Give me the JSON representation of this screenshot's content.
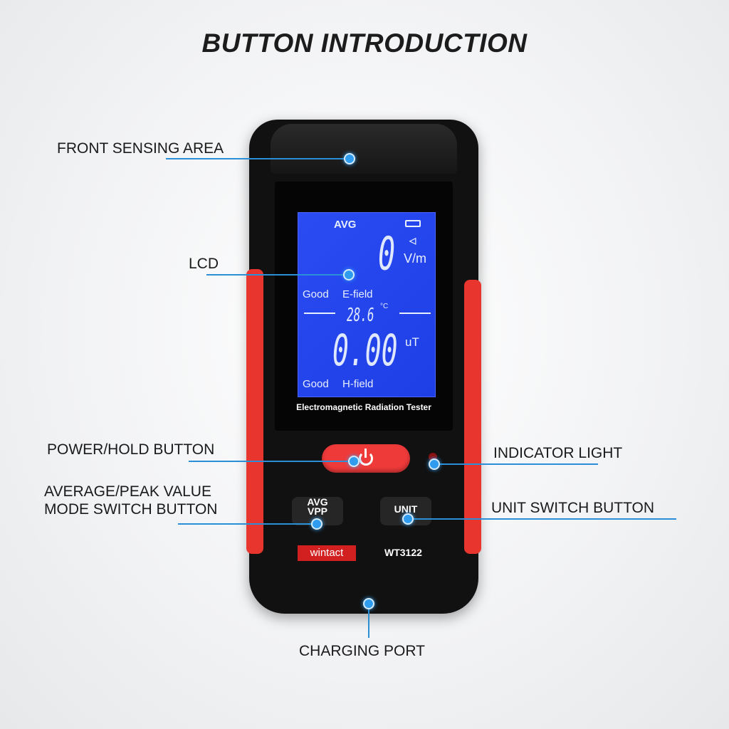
{
  "title": "BUTTON INTRODUCTION",
  "callouts": {
    "front_sensing_area": "FRONT SENSING AREA",
    "lcd": "LCD",
    "power_hold": "POWER/HOLD BUTTON",
    "avg_peak_line1": "AVERAGE/PEAK VALUE",
    "avg_peak_line2": "MODE SWITCH BUTTON",
    "indicator_light": "INDICATOR LIGHT",
    "unit_switch": "UNIT SWITCH BUTTON",
    "charging_port": "CHARGING PORT"
  },
  "device": {
    "lcd": {
      "mode": "AVG",
      "e_value": "0",
      "e_unit": "V/m",
      "e_status": "Good",
      "e_label": "E-field",
      "temperature": "28.6",
      "temp_unit": "°C",
      "h_value": "0.00",
      "h_unit": "uT",
      "h_status": "Good",
      "h_label": "H-field"
    },
    "caption": "Electromagnetic Radiation Tester",
    "avg_button_line1": "AVG",
    "avg_button_line2": "VPP",
    "unit_button": "UNIT",
    "brand": "wintact",
    "model": "WT3122"
  },
  "colors": {
    "accent_line": "#2a8fd8",
    "device_red": "#e8362f",
    "lcd_blue": "#2645ee"
  }
}
